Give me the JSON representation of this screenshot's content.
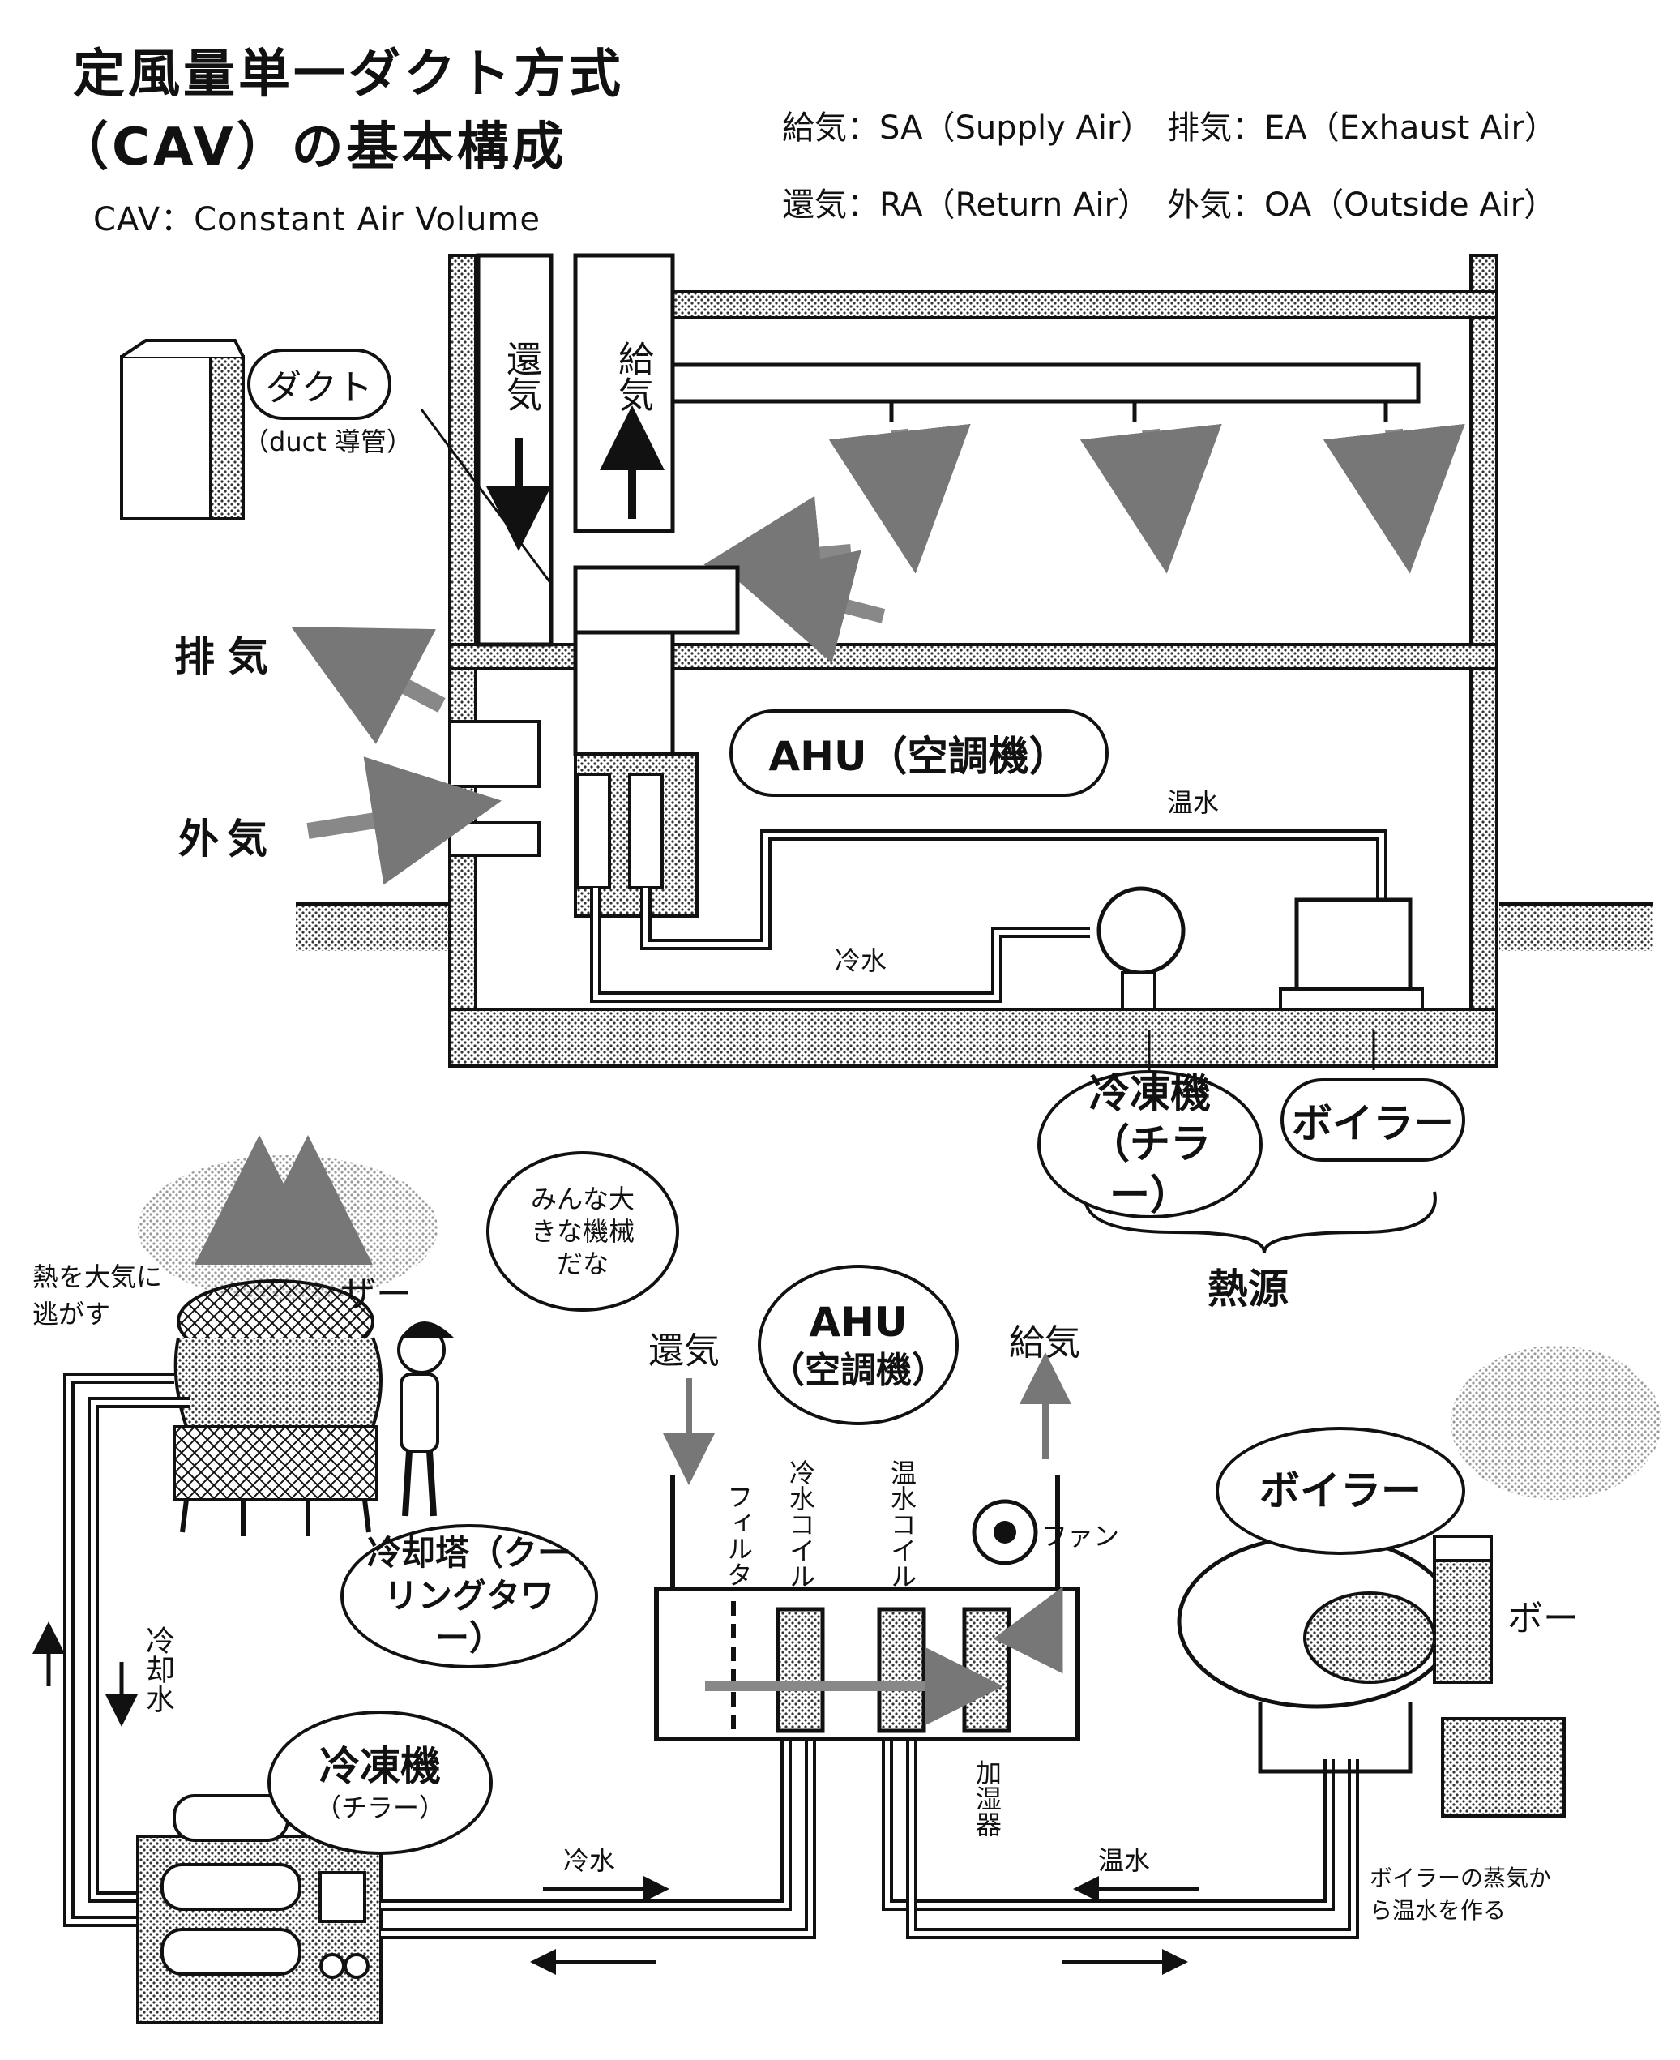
{
  "title": {
    "line1": "定風量単一ダクト方式",
    "line2": "（CAV）の基本構成",
    "line3": "CAV：Constant Air Volume"
  },
  "legend": {
    "sa": "給気：SA（Supply Air）",
    "ea": "排気：EA（Exhaust Air）",
    "ra": "還気：RA（Return Air）",
    "oa": "外気：OA（Outside Air）"
  },
  "building": {
    "duct_label": "ダクト",
    "duct_note": "（duct 導管）",
    "return_shaft": "還気",
    "supply_shaft": "給気",
    "exhaust": "排気",
    "outside_air": "外気",
    "ahu_label": "AHU（空調機）",
    "hot_water": "温水",
    "chilled_water": "冷水",
    "chiller_label": "冷凍機（チラー）",
    "boiler_label": "ボイラー",
    "heat_source": "熱源"
  },
  "bottom": {
    "release_heat": "熱を大気に逃がす",
    "zaa": "ザー",
    "speech": "みんな大きな機械だな",
    "cooling_tower": "冷却塔（クーリングタワー）",
    "cooling_water": "冷却水",
    "chiller": "冷凍機",
    "chiller_sub": "（チラー）",
    "ahu_title": "AHU",
    "ahu_sub": "（空調機）",
    "return_air": "還気",
    "supply_air": "給気",
    "filter": "フィルタ",
    "cold_coil": "冷水コイル",
    "hot_coil": "温水コイル",
    "fan": "ファン",
    "humidifier": "加湿器",
    "chilled_water": "冷水",
    "hot_water": "温水",
    "boiler": "ボイラー",
    "boo": "ボー",
    "boiler_note": "ボイラーの蒸気から温水を作る"
  }
}
